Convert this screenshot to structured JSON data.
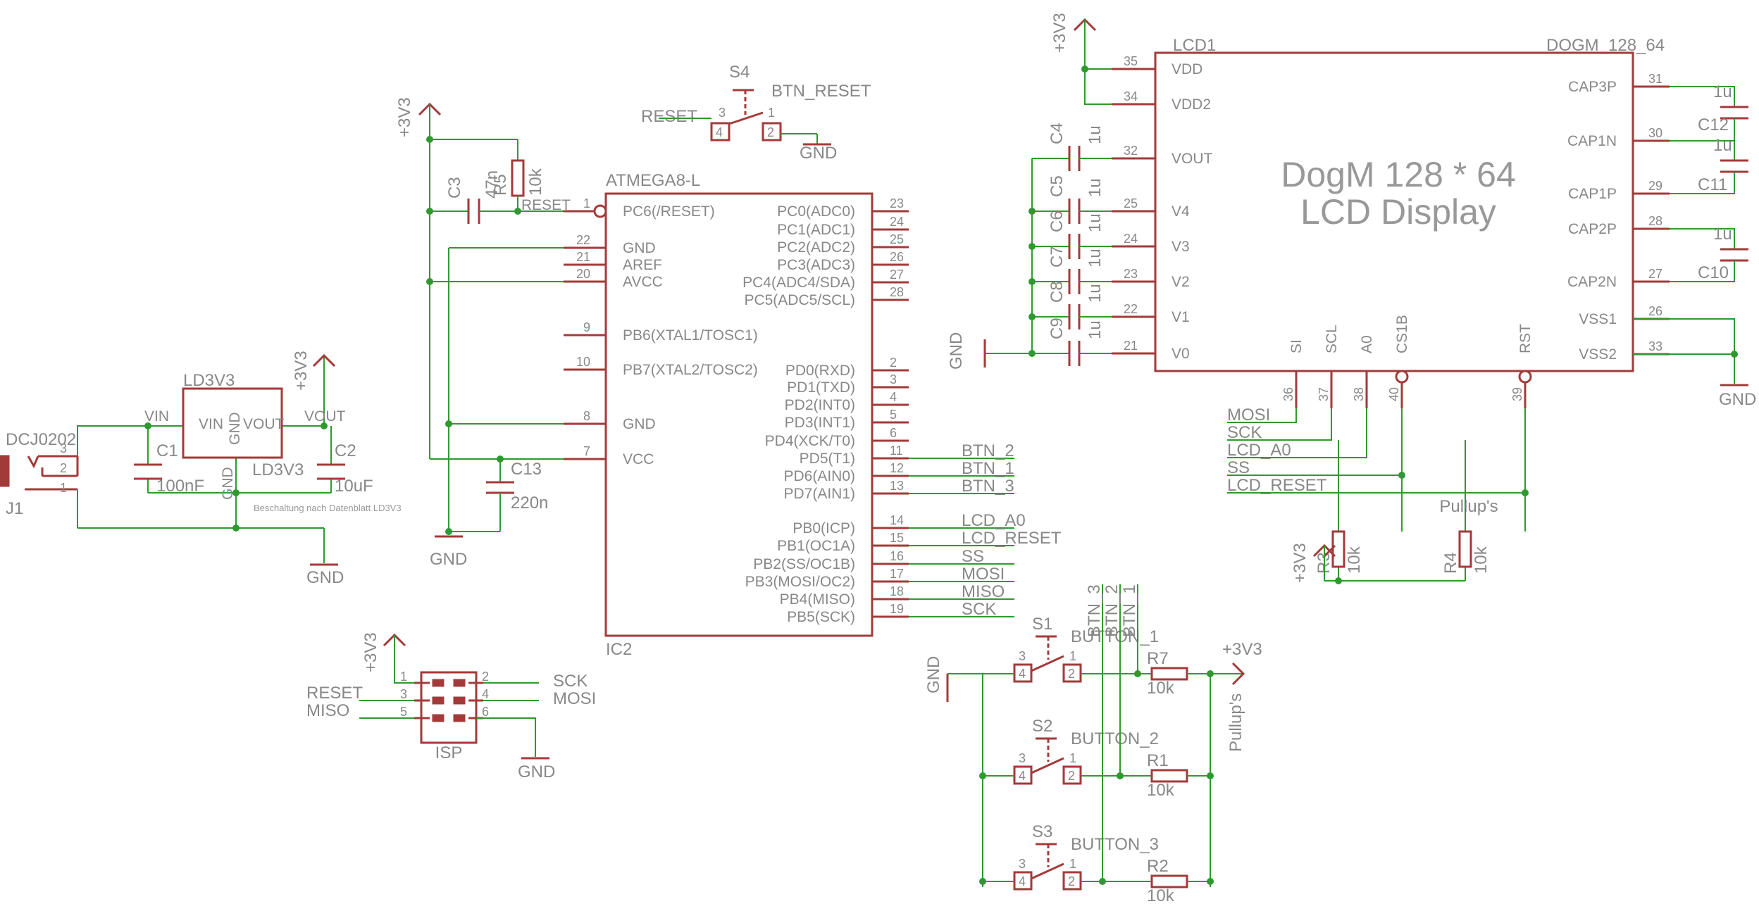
{
  "lcd": {
    "ref": "LCD1",
    "part": "DOGM_128_64",
    "title1": "DogM 128 * 64",
    "title2": "LCD Display",
    "left_pins": [
      {
        "num": "35",
        "name": "VDD"
      },
      {
        "num": "34",
        "name": "VDD2"
      },
      {
        "num": "32",
        "name": "VOUT"
      },
      {
        "num": "25",
        "name": "V4"
      },
      {
        "num": "24",
        "name": "V3"
      },
      {
        "num": "23",
        "name": "V2"
      },
      {
        "num": "22",
        "name": "V1"
      },
      {
        "num": "21",
        "name": "V0"
      }
    ],
    "right_pins": [
      {
        "num": "31",
        "name": "CAP3P"
      },
      {
        "num": "30",
        "name": "CAP1N"
      },
      {
        "num": "29",
        "name": "CAP1P"
      },
      {
        "num": "28",
        "name": "CAP2P"
      },
      {
        "num": "27",
        "name": "CAP2N"
      },
      {
        "num": "26",
        "name": "VSS1"
      },
      {
        "num": "33",
        "name": "VSS2"
      }
    ],
    "bottom_pins": [
      {
        "num": "36",
        "name": "SI"
      },
      {
        "num": "37",
        "name": "SCL"
      },
      {
        "num": "38",
        "name": "A0"
      },
      {
        "num": "40",
        "name": "CS1B"
      },
      {
        "num": "39",
        "name": "RST"
      }
    ],
    "nets": [
      "MOSI",
      "SCK",
      "LCD_A0",
      "SS",
      "LCD_RESET"
    ],
    "pullups": "Pullup's"
  },
  "mcu": {
    "part": "ATMEGA8-L",
    "ref": "IC2",
    "left_pins": [
      {
        "num": "1",
        "name": "PC6(/RESET)"
      },
      {
        "num": "22",
        "name": "GND"
      },
      {
        "num": "21",
        "name": "AREF"
      },
      {
        "num": "20",
        "name": "AVCC"
      },
      {
        "num": "9",
        "name": "PB6(XTAL1/TOSC1)"
      },
      {
        "num": "10",
        "name": "PB7(XTAL2/TOSC2)"
      },
      {
        "num": "8",
        "name": "GND"
      },
      {
        "num": "7",
        "name": "VCC"
      }
    ],
    "right_pins": [
      {
        "num": "23",
        "name": "PC0(ADC0)",
        "net": ""
      },
      {
        "num": "24",
        "name": "PC1(ADC1)",
        "net": ""
      },
      {
        "num": "25",
        "name": "PC2(ADC2)",
        "net": ""
      },
      {
        "num": "26",
        "name": "PC3(ADC3)",
        "net": ""
      },
      {
        "num": "27",
        "name": "PC4(ADC4/SDA)",
        "net": ""
      },
      {
        "num": "28",
        "name": "PC5(ADC5/SCL)",
        "net": ""
      },
      {
        "num": "2",
        "name": "PD0(RXD)",
        "net": ""
      },
      {
        "num": "3",
        "name": "PD1(TXD)",
        "net": ""
      },
      {
        "num": "4",
        "name": "PD2(INT0)",
        "net": ""
      },
      {
        "num": "5",
        "name": "PD3(INT1)",
        "net": ""
      },
      {
        "num": "6",
        "name": "PD4(XCK/T0)",
        "net": ""
      },
      {
        "num": "11",
        "name": "PD5(T1)",
        "net": "BTN_2"
      },
      {
        "num": "12",
        "name": "PD6(AIN0)",
        "net": "BTN_1"
      },
      {
        "num": "13",
        "name": "PD7(AIN1)",
        "net": "BTN_3"
      },
      {
        "num": "14",
        "name": "PB0(ICP)",
        "net": "LCD_A0"
      },
      {
        "num": "15",
        "name": "PB1(OC1A)",
        "net": "LCD_RESET"
      },
      {
        "num": "16",
        "name": "PB2(SS/OC1B)",
        "net": "SS"
      },
      {
        "num": "17",
        "name": "PB3(MOSI/OC2)",
        "net": "MOSI"
      },
      {
        "num": "18",
        "name": "PB4(MISO)",
        "net": "MISO"
      },
      {
        "num": "19",
        "name": "PB5(SCK)",
        "net": "SCK"
      }
    ],
    "reset_label": "RESET"
  },
  "power": {
    "vcc": "+3V3",
    "gnd": "GND",
    "jack": "DCJ0202",
    "jack_ref": "J1",
    "reg_top": "LD3V3",
    "reg_bottom": "LD3V3",
    "reg_vin": "VIN",
    "reg_gnd": "GND",
    "reg_vout": "VOUT",
    "vin_net": "VIN",
    "vout_net": "VOUT",
    "note": "Beschaltung nach Datenblatt LD3V3",
    "c1": "C1",
    "c1_val": "100nF",
    "c2": "C2",
    "c2_val": "10uF",
    "gnd_net": "GND"
  },
  "passives": {
    "c3": "C3",
    "c3_val": "47n",
    "r5": "R5",
    "r5_val": "10k",
    "c13": "C13",
    "c13_val": "220n",
    "r3": "R3",
    "r3_val": "10k",
    "r4": "R4",
    "r4_val": "10k",
    "cap_val": "1u",
    "c4": "C4",
    "c5": "C5",
    "c6": "C6",
    "c7": "C7",
    "c8": "C8",
    "c9": "C9",
    "c10": "C10",
    "c11": "C11",
    "c12": "C12"
  },
  "reset_switch": {
    "ref": "S4",
    "label": "BTN_RESET",
    "net": "RESET"
  },
  "isp": {
    "ref": "ISP",
    "pins": [
      {
        "num": "1",
        "net": ""
      },
      {
        "num": "2",
        "net": "SCK"
      },
      {
        "num": "3",
        "net": "RESET"
      },
      {
        "num": "4",
        "net": "MOSI"
      },
      {
        "num": "5",
        "net": "MISO"
      },
      {
        "num": "6",
        "net": ""
      }
    ]
  },
  "buttons": {
    "items": [
      {
        "ref": "S1",
        "label": "BUTTON_1",
        "res": "R7",
        "res_val": "10k"
      },
      {
        "ref": "S2",
        "label": "BUTTON_2",
        "res": "R1",
        "res_val": "10k"
      },
      {
        "ref": "S3",
        "label": "BUTTON_3",
        "res": "R2",
        "res_val": "10k"
      }
    ],
    "nets": [
      "BTN_3",
      "BTN_2",
      "BTN_1"
    ],
    "pullups": "Pullup's"
  },
  "pin_numbers": {
    "one": "1",
    "two": "2",
    "three": "3",
    "four": "4"
  }
}
